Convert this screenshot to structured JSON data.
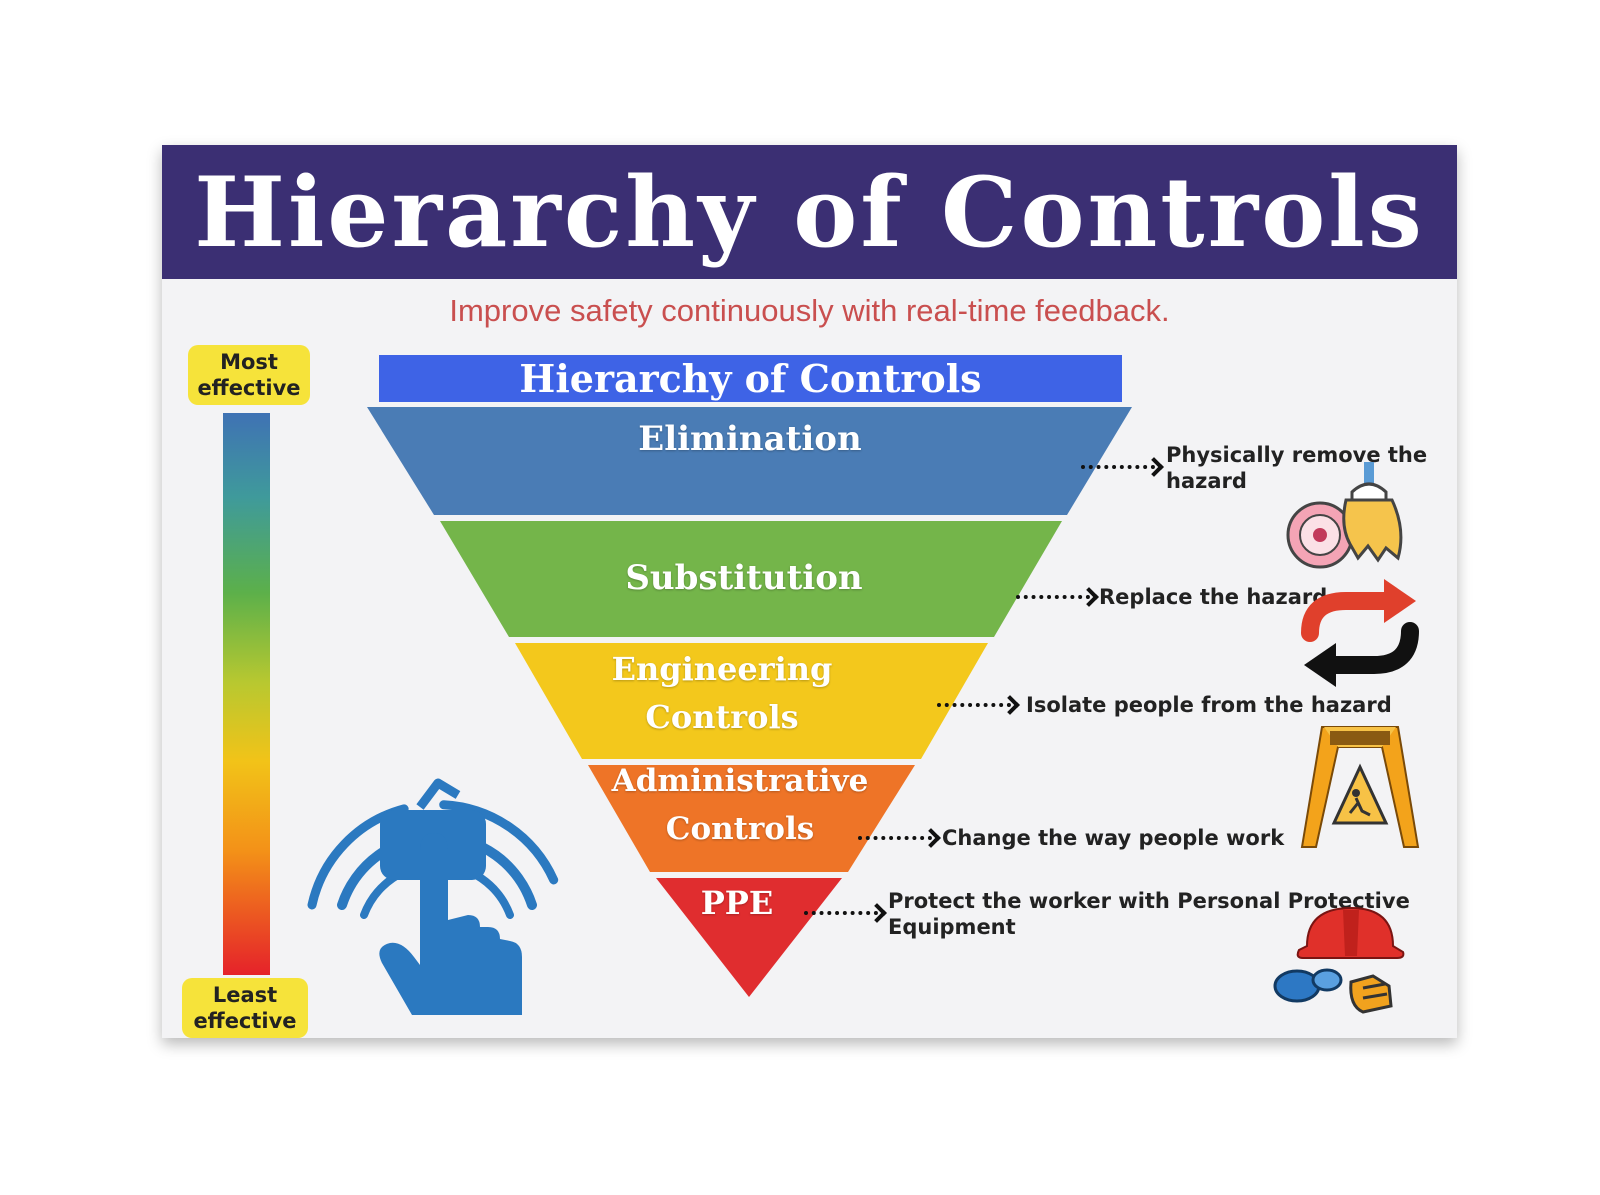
{
  "poster": {
    "title": "Hierarchy of Controls",
    "subtitle": "Improve safety continuously with real-time feedback."
  },
  "effectiveness": {
    "most": "Most effective",
    "least": "Least effective"
  },
  "diagram": {
    "title": "Hierarchy of Controls",
    "tiers": [
      {
        "label": "Elimination",
        "description": "Physically remove the hazard",
        "color": "#4a7cb5"
      },
      {
        "label": "Substitution",
        "description": "Replace the hazard",
        "color": "#74b54a"
      },
      {
        "label": "Engineering Controls",
        "description": "Isolate people from the hazard",
        "color": "#f3c81c"
      },
      {
        "label": "Administrative Controls",
        "description": "Change the way people work",
        "color": "#ee7427"
      },
      {
        "label": "PPE",
        "description": "Protect the worker with Personal Protective Equipment",
        "color": "#e02d2f"
      }
    ]
  },
  "icons": [
    "hand-touch-icon",
    "cleaning-hazard-icon",
    "replace-arrows-icon",
    "caution-sign-icon",
    "ppe-gear-icon"
  ],
  "colors": {
    "banner": "#3b2f73",
    "inner_title": "#3e63e6",
    "subtitle": "#c94f4f",
    "badge": "#f6e33a"
  }
}
